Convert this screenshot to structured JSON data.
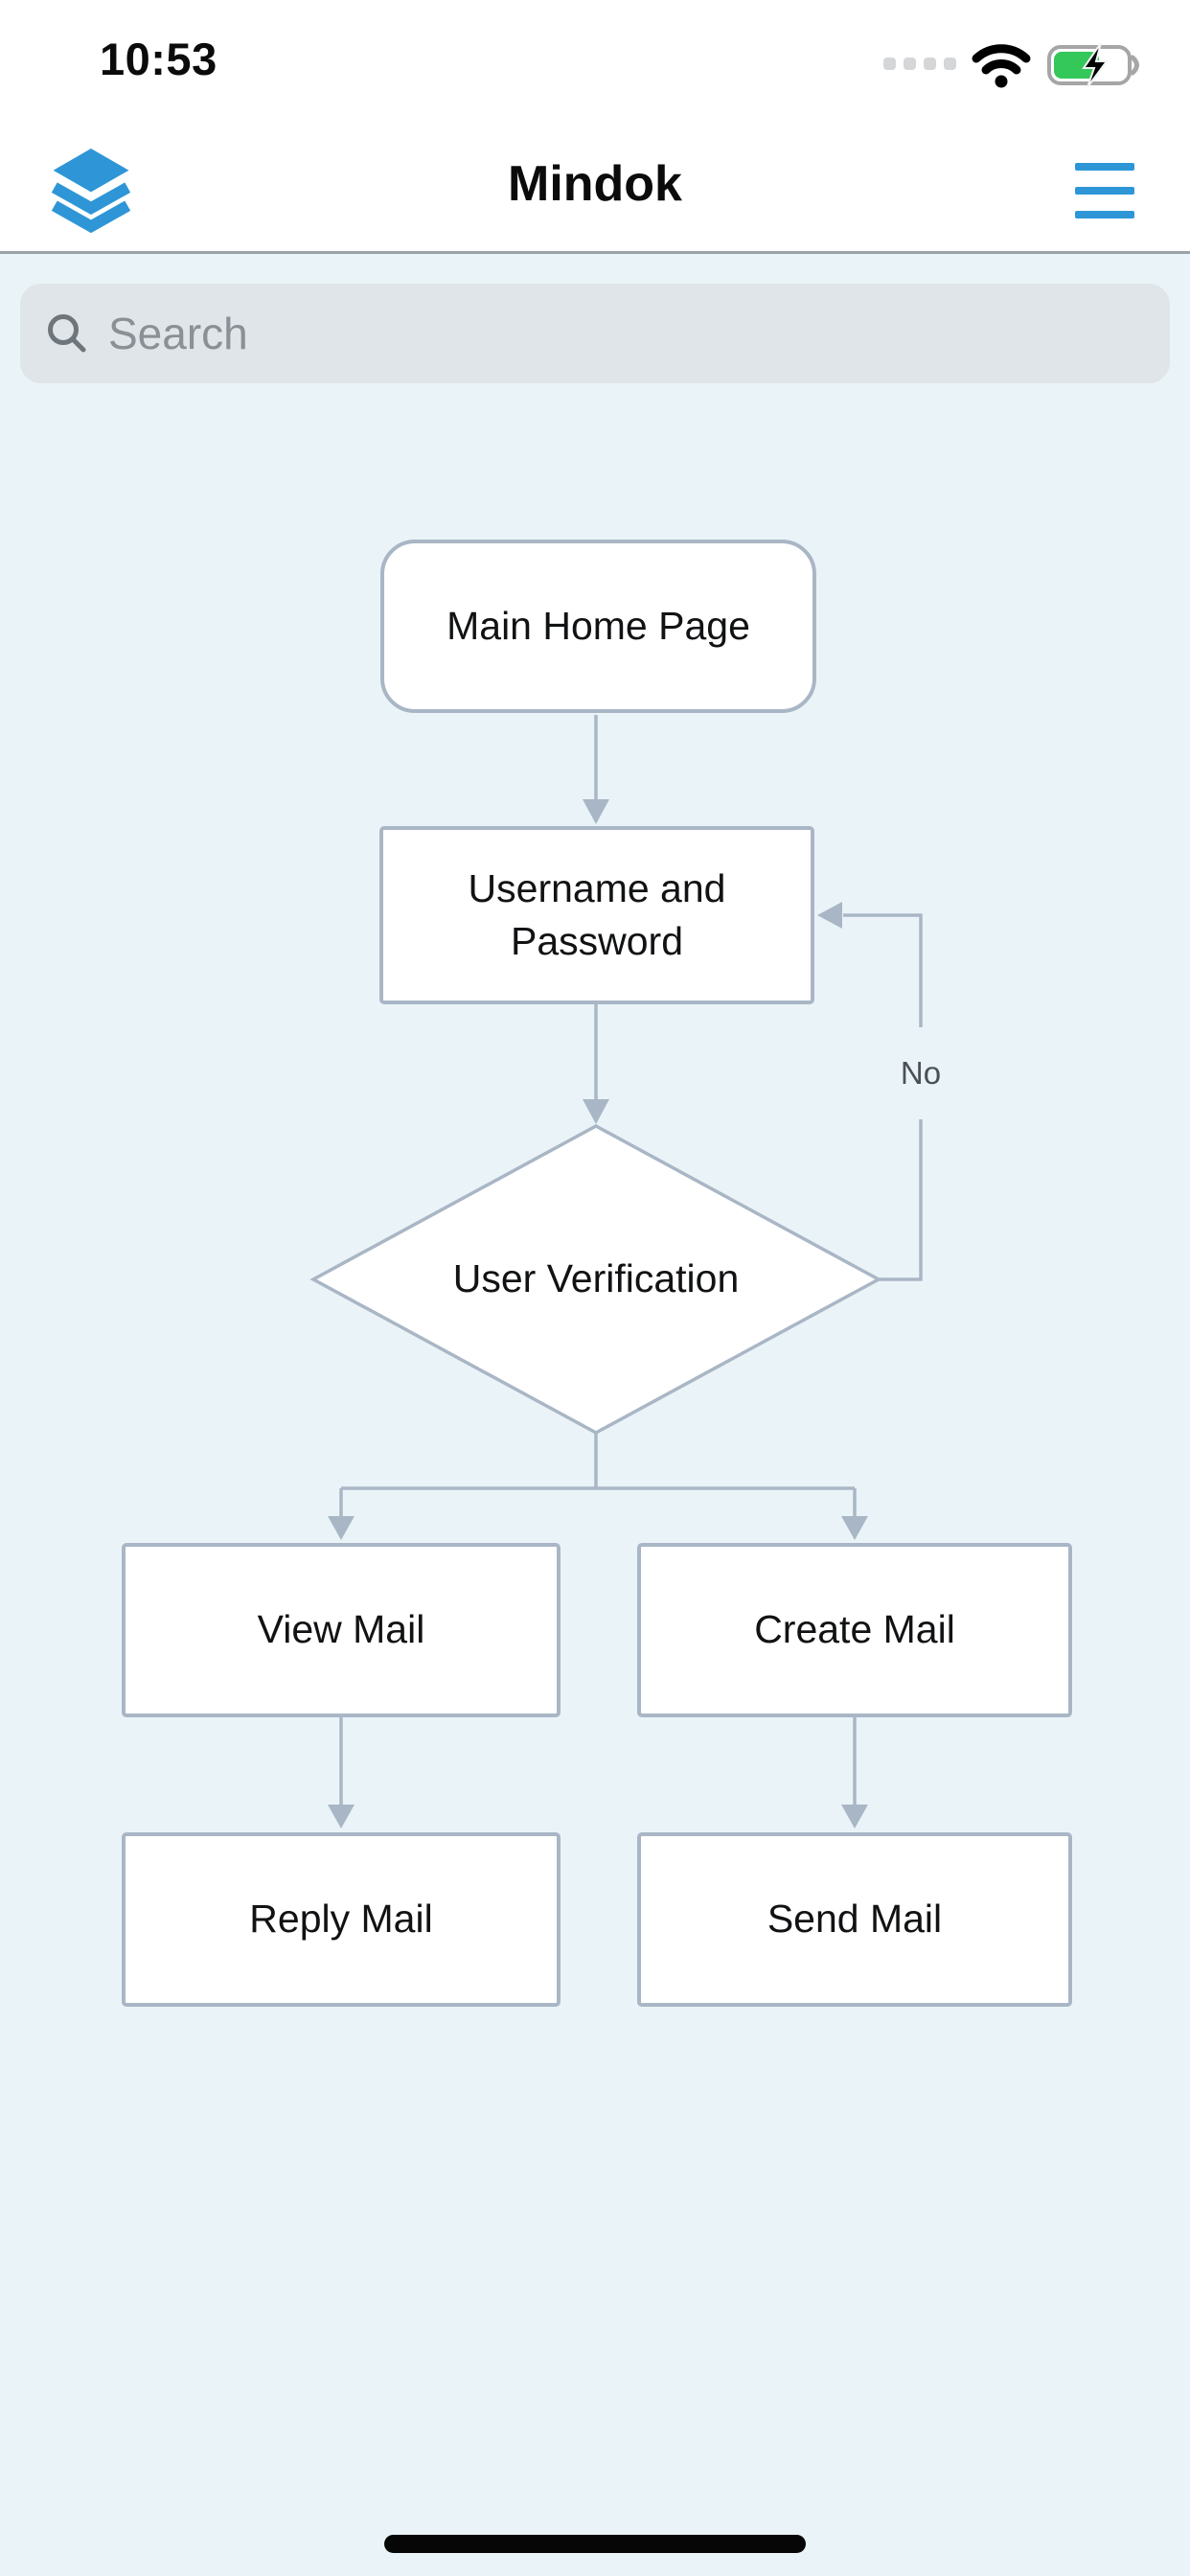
{
  "status_bar": {
    "time": "10:53",
    "icons": [
      "cellular-signal-icon",
      "wifi-icon",
      "battery-charging-icon"
    ]
  },
  "header": {
    "title": "Mindok",
    "left_icon": "layers-icon",
    "right_icon": "menu-icon"
  },
  "search": {
    "placeholder": "Search",
    "icon": "search-icon"
  },
  "flowchart": {
    "nodes": [
      {
        "id": "main-home-page",
        "label": "Main Home Page",
        "shape": "rounded-rectangle"
      },
      {
        "id": "username-password",
        "label": "Username and Password",
        "shape": "rectangle"
      },
      {
        "id": "user-verification",
        "label": "User Verification",
        "shape": "diamond"
      },
      {
        "id": "view-mail",
        "label": "View Mail",
        "shape": "rectangle"
      },
      {
        "id": "create-mail",
        "label": "Create Mail",
        "shape": "rectangle"
      },
      {
        "id": "reply-mail",
        "label": "Reply Mail",
        "shape": "rectangle"
      },
      {
        "id": "send-mail",
        "label": "Send Mail",
        "shape": "rectangle"
      }
    ],
    "edges": [
      {
        "from": "main-home-page",
        "to": "username-password",
        "label": ""
      },
      {
        "from": "username-password",
        "to": "user-verification",
        "label": ""
      },
      {
        "from": "user-verification",
        "to": "view-mail",
        "label": ""
      },
      {
        "from": "user-verification",
        "to": "create-mail",
        "label": ""
      },
      {
        "from": "user-verification",
        "to": "username-password",
        "label": "No"
      },
      {
        "from": "view-mail",
        "to": "reply-mail",
        "label": ""
      },
      {
        "from": "create-mail",
        "to": "send-mail",
        "label": ""
      }
    ]
  },
  "colors": {
    "accent_blue": "#2e96d6",
    "flow_line": "#a9b6c5",
    "content_background": "#eaf4f8",
    "node_fill": "#ffffff",
    "node_text": "#111214",
    "search_field": "#dfe5e8",
    "battery_green": "#34c759"
  }
}
